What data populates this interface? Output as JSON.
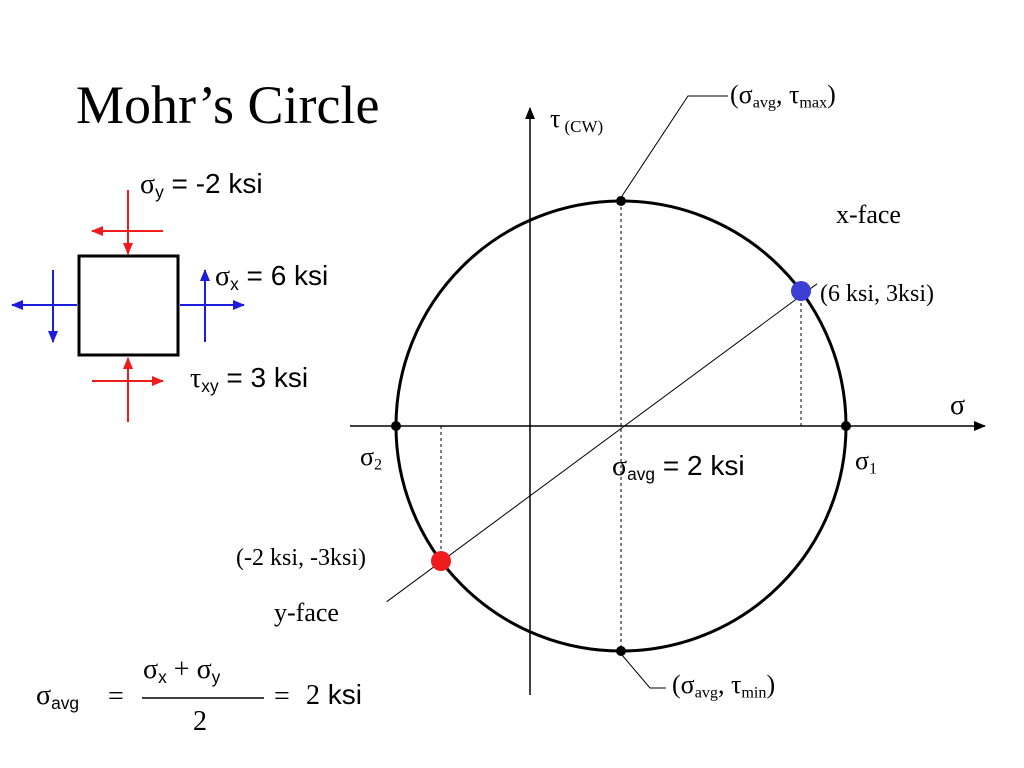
{
  "title": "Mohr’s Circle",
  "element": {
    "sigma_y": {
      "symbol": "σ",
      "sub": "y",
      "eq": " = -2 ksi"
    },
    "sigma_x": {
      "symbol": "σ",
      "sub": "x",
      "eq": " = 6 ksi"
    },
    "tau_xy": {
      "symbol": "τ",
      "sub": "xy",
      "eq": " = 3 ksi"
    }
  },
  "axes": {
    "tau": {
      "symbol": "τ",
      "sub": "(CW)"
    },
    "sigma": "σ"
  },
  "points": {
    "x_face": {
      "label": "x-face",
      "coords": "(6 ksi, 3ksi)",
      "sigma": 6,
      "tau": 3,
      "color": "#3b3fd6"
    },
    "y_face": {
      "label": "y-face",
      "coords": "(-2 ksi, -3ksi)",
      "sigma": -2,
      "tau": -3,
      "color": "#ee1c1c"
    },
    "sigma1": {
      "symbol": "σ",
      "sub": "1",
      "sigma": 7
    },
    "sigma2": {
      "symbol": "σ",
      "sub": "2",
      "sigma": -3
    },
    "tau_max": {
      "open": "(",
      "s": "σ",
      "s_sub": "avg",
      "sep": ", ",
      "t": "τ",
      "t_sub": "max",
      "close": ")"
    },
    "tau_min": {
      "open": "(",
      "s": "σ",
      "s_sub": "avg",
      "sep": ", ",
      "t": "τ",
      "t_sub": "min",
      "close": ")"
    }
  },
  "center": {
    "symbol": "σ",
    "sub": "avg",
    "eq": " = 2 ksi",
    "sigma": 2,
    "radius": 5
  },
  "formula": {
    "lhs": "σ",
    "lhs_sub": "avg",
    "eq1": "=",
    "num_a": "σ",
    "num_a_sub": "x",
    "plus": " + ",
    "num_b": "σ",
    "num_b_sub": "y",
    "den": "2",
    "eq2": "=",
    "result_num": "2",
    "result_unit": " ksi"
  },
  "colors": {
    "compression": "#ee1c1c",
    "tension": "#1c1cdd",
    "ink": "#000000"
  }
}
